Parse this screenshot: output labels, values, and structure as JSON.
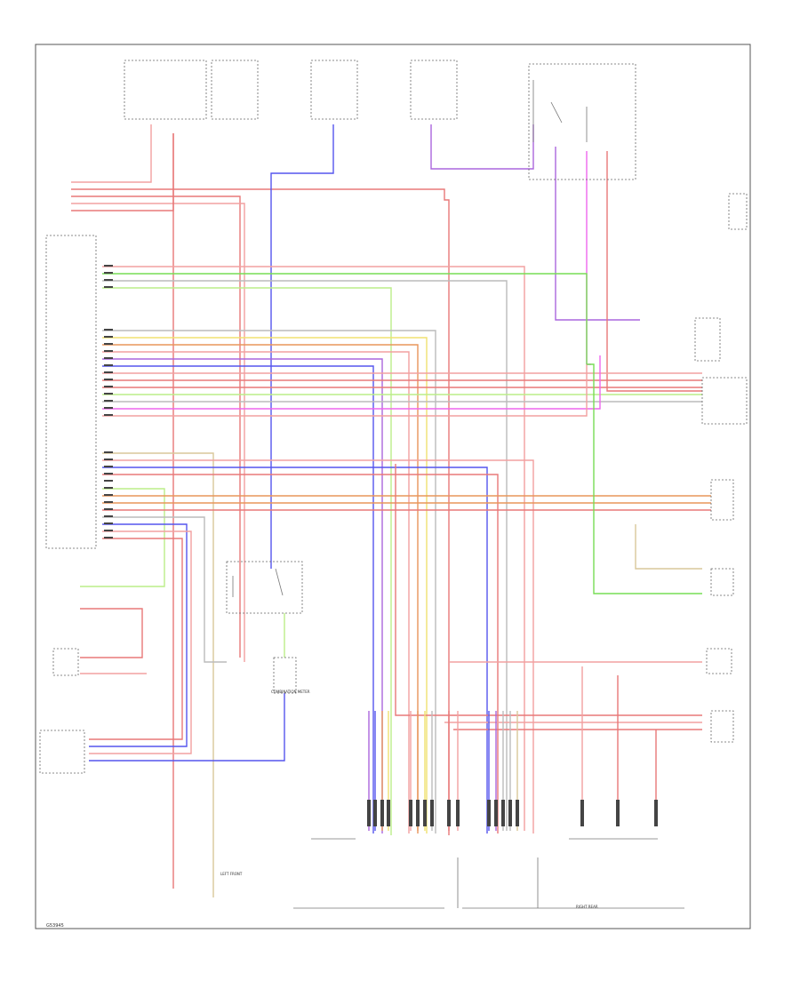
{
  "diagram": {
    "footer_code": "G53945",
    "labels": {
      "comp_mid_center": "COMBINATION METER",
      "bottom_left_b": "LEFT FRONT",
      "bottom_right": "RIGHT REAR"
    },
    "wire_colors": {
      "red": "#e87878",
      "pink": "#f2a0a0",
      "green": "#77dd55",
      "blue": "#5555ee",
      "yellow": "#f0e070",
      "orange": "#e8955a",
      "violet": "#aa66dd",
      "gray": "#bbbbbb",
      "magenta": "#ee66ee",
      "lightgreen": "#bbee88",
      "tan": "#d9c79a"
    }
  }
}
